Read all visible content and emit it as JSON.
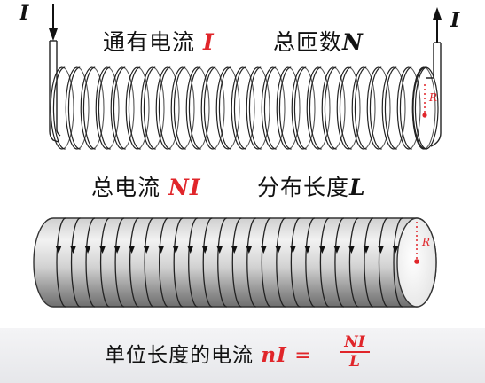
{
  "top": {
    "current_text": "通有电流",
    "current_symbol": "I",
    "turns_text": "总匝数",
    "turns_symbol": "N",
    "in_label": "I",
    "out_label": "I",
    "radius_label": "R"
  },
  "middle": {
    "total_text": "总电流",
    "total_symbol": "NI",
    "length_text": "分布长度",
    "length_symbol": "L",
    "radius_label": "R"
  },
  "bottom": {
    "unit_text": "单位长度的电流",
    "unit_symbol": "nI",
    "equals": "=",
    "frac_num": "NI",
    "frac_den": "L"
  },
  "colors": {
    "highlight": "#e0252a",
    "ink": "#111111",
    "band": "#eceef1"
  },
  "coil_turns": 25,
  "sheet_rings": 24
}
